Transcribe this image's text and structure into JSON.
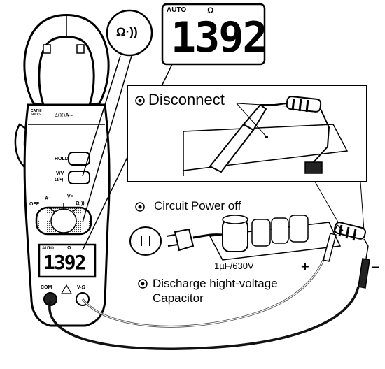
{
  "big_display": {
    "mode": "AUTO",
    "unit": "Ω",
    "reading": "1392"
  },
  "small_display": {
    "mode": "AUTO",
    "unit": "Ω",
    "reading": "1392"
  },
  "function_bubble": {
    "symbol": "Ω·))"
  },
  "meter": {
    "cat_rating": "CAT III\n600V~",
    "current_rating": "400A~",
    "hold_button": "HOLD",
    "mode_button_top": "V/V",
    "mode_button_bottom": "Ω/•)",
    "dial_off": "OFF",
    "dial_amp": "A~",
    "dial_volt": "V≡",
    "dial_ohm": "Ω·))",
    "com_jack": "COM",
    "vohm_jack": "V-Ω"
  },
  "steps": {
    "disconnect": "Disconnect",
    "power_off": "Circuit Power off",
    "discharge_line1": "Discharge hight-voltage",
    "discharge_line2": "Capacitor"
  },
  "capacitor_rating": "1µF/630V",
  "polarity": {
    "plus": "+",
    "minus": "−"
  }
}
